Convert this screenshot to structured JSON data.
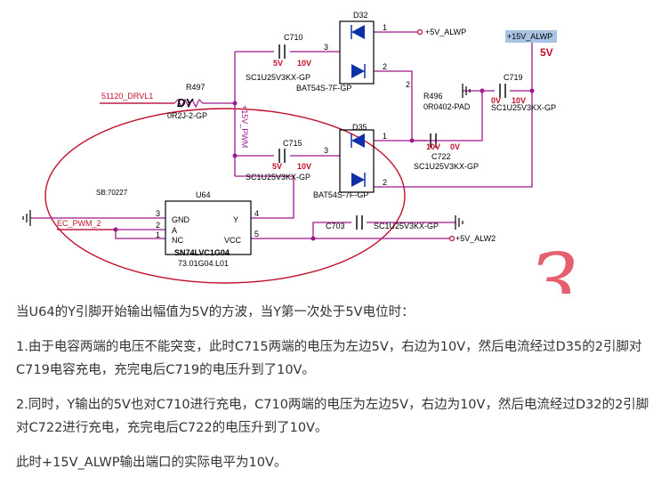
{
  "schematic": {
    "nets": {
      "drvl": "51120_DRVL1",
      "pwm": "+15V_PWM",
      "alwp_out": "+5V_ALWP",
      "alwp15": "+15V_ALWP",
      "ec_pwm": "EC_PWM_2",
      "alw2": "+5V_ALW2",
      "sb": "SB:70227"
    },
    "parts": {
      "c710": {
        "ref": "C710",
        "part": "SC1U25V3KX-GP"
      },
      "c715": {
        "ref": "C715",
        "part": "SC1U25V3KX-GP"
      },
      "c719": {
        "ref": "C719",
        "part": "SC1U25V3KX-GP"
      },
      "c722": {
        "ref": "C722",
        "part": "SC1U25V3KX-GP"
      },
      "c703": {
        "ref": "C703",
        "part": "SC1U25V3KX-GP"
      },
      "d32": {
        "ref": "D32",
        "part": "BAT54S-7F-GP"
      },
      "d35": {
        "ref": "D35",
        "part": "BAT54S-7F-GP"
      },
      "r497": {
        "ref": "R497",
        "part": "0R2J-2-GP",
        "mark": "DY"
      },
      "r496": {
        "ref": "R496",
        "part": "0R0402-PAD"
      },
      "u64": {
        "ref": "U64",
        "part": "SN74LVC1G04",
        "part2": "73.01G04.L01"
      }
    },
    "pins": {
      "gnd": "GND",
      "a": "A",
      "nc": "NC",
      "y": "Y",
      "vcc": "VCC",
      "n1": "1",
      "n2": "2",
      "n3": "3",
      "n4": "4",
      "n5": "5"
    },
    "annotations": {
      "v5": "5V",
      "v10": "10V",
      "v0": "0V",
      "v15_5": "5V",
      "page": "3"
    },
    "colors": {
      "annotation": "#c0102b",
      "net": "#a0168c",
      "handwriting": "#e5606e",
      "highlight": "#a9c4e2"
    }
  },
  "article": {
    "p1": "当U64的Y引脚开始输出幅值为5V的方波，当Y第一次处于5V电位时：",
    "p2": "1.由于电容两端的电压不能突变，此时C715两端的电压为左边5V，右边为10V，然后电流经过D35的2引脚对C719电容充电，充完电后C719的电压升到了10V。",
    "p3": "2.同时，Y输出的5V也对C710进行充电，C710两端的电压为左边5V，右边为10V，然后电流经过D32的2引脚对C722进行充电，充完电后C722的电压升到了10V。",
    "p4": "此时+15V_ALWP输出端口的实际电平为10V。"
  }
}
